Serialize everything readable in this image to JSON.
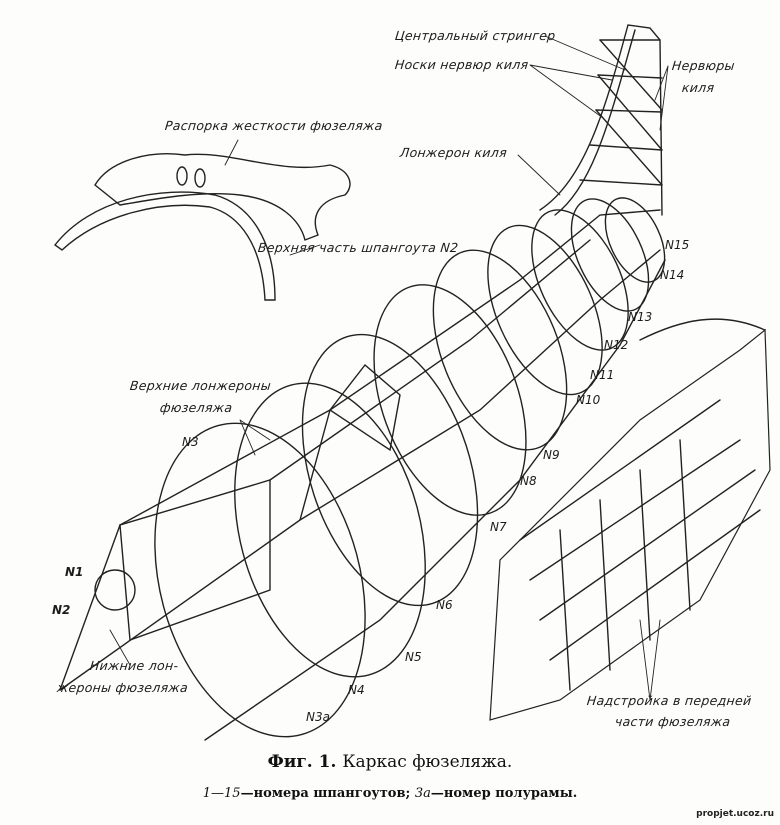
{
  "labels": {
    "central_stringer": "Центральный стрингер",
    "fin_rib_noses": "Носки нервюр киля",
    "fin_ribs_1": "Нервюры",
    "fin_ribs_2": "киля",
    "fuselage_brace": "Распорка жесткости фюзеляжа",
    "fin_spar": "Лонжерон киля",
    "frame2_top": "Верхняя часть шпангоута N2",
    "upper_longerons_1": "Верхние лонжероны",
    "upper_longerons_2": "фюзеляжа",
    "lower_longerons_1": "Нижние лон-",
    "lower_longerons_2": "жероны фюзеляжа",
    "superstructure_1": "Надстройка в передней",
    "superstructure_2": "части фюзеляжа"
  },
  "frames": {
    "n1": "N1",
    "n2": "N2",
    "n3": "N3",
    "n3a": "N3a",
    "n4": "N4",
    "n5": "N5",
    "n6": "N6",
    "n7": "N7",
    "n8": "N8",
    "n9": "N9",
    "n10": "N10",
    "n11": "N11",
    "n12": "N12",
    "n13": "N13",
    "n14": "N14",
    "n15": "N15"
  },
  "caption": {
    "fig": "Фиг. 1.",
    "title": "Каркас фюзеляжа.",
    "range": "1—15",
    "range_text": "—номера шпангоутов; ",
    "half": "3а",
    "half_text": "—номер полурамы."
  },
  "watermark": "propjet.ucoz.ru"
}
